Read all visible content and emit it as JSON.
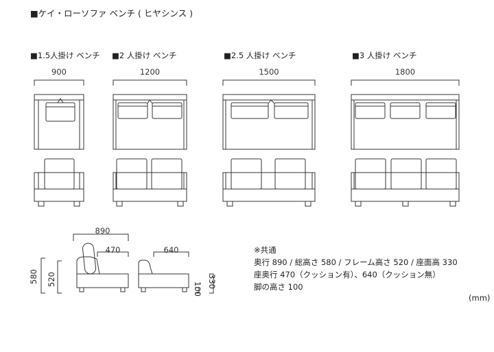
{
  "title": "■ケイ・ローソファ ベンチ ( ヒヤシンス )",
  "sections": [
    {
      "label": "■1.5人掛け ベンチ",
      "width": "900",
      "cushions": 1
    },
    {
      "label": "■2 人掛け ベンチ",
      "width": "1200",
      "cushions": 2
    },
    {
      "label": "■2.5 人掛け ベンチ",
      "width": "1500",
      "cushions": 2
    },
    {
      "label": "■3 人掛け ベンチ",
      "width": "1800",
      "cushions": 3
    }
  ],
  "side_dims": {
    "depth_with_cushion": "890",
    "seat_depth_cushion": "470",
    "seat_depth_no_cushion": "640",
    "total_height": "580",
    "frame_height": "520",
    "seat_height": "330",
    "leg_height": "100"
  },
  "notes": [
    "※共通",
    "奥行 890 / 総高さ 580 / フレーム高さ 520 / 座面高 330",
    "座奥行 470（クッション有）、640（クッション無）",
    "脚の高さ 100"
  ],
  "unit": "(mm)"
}
